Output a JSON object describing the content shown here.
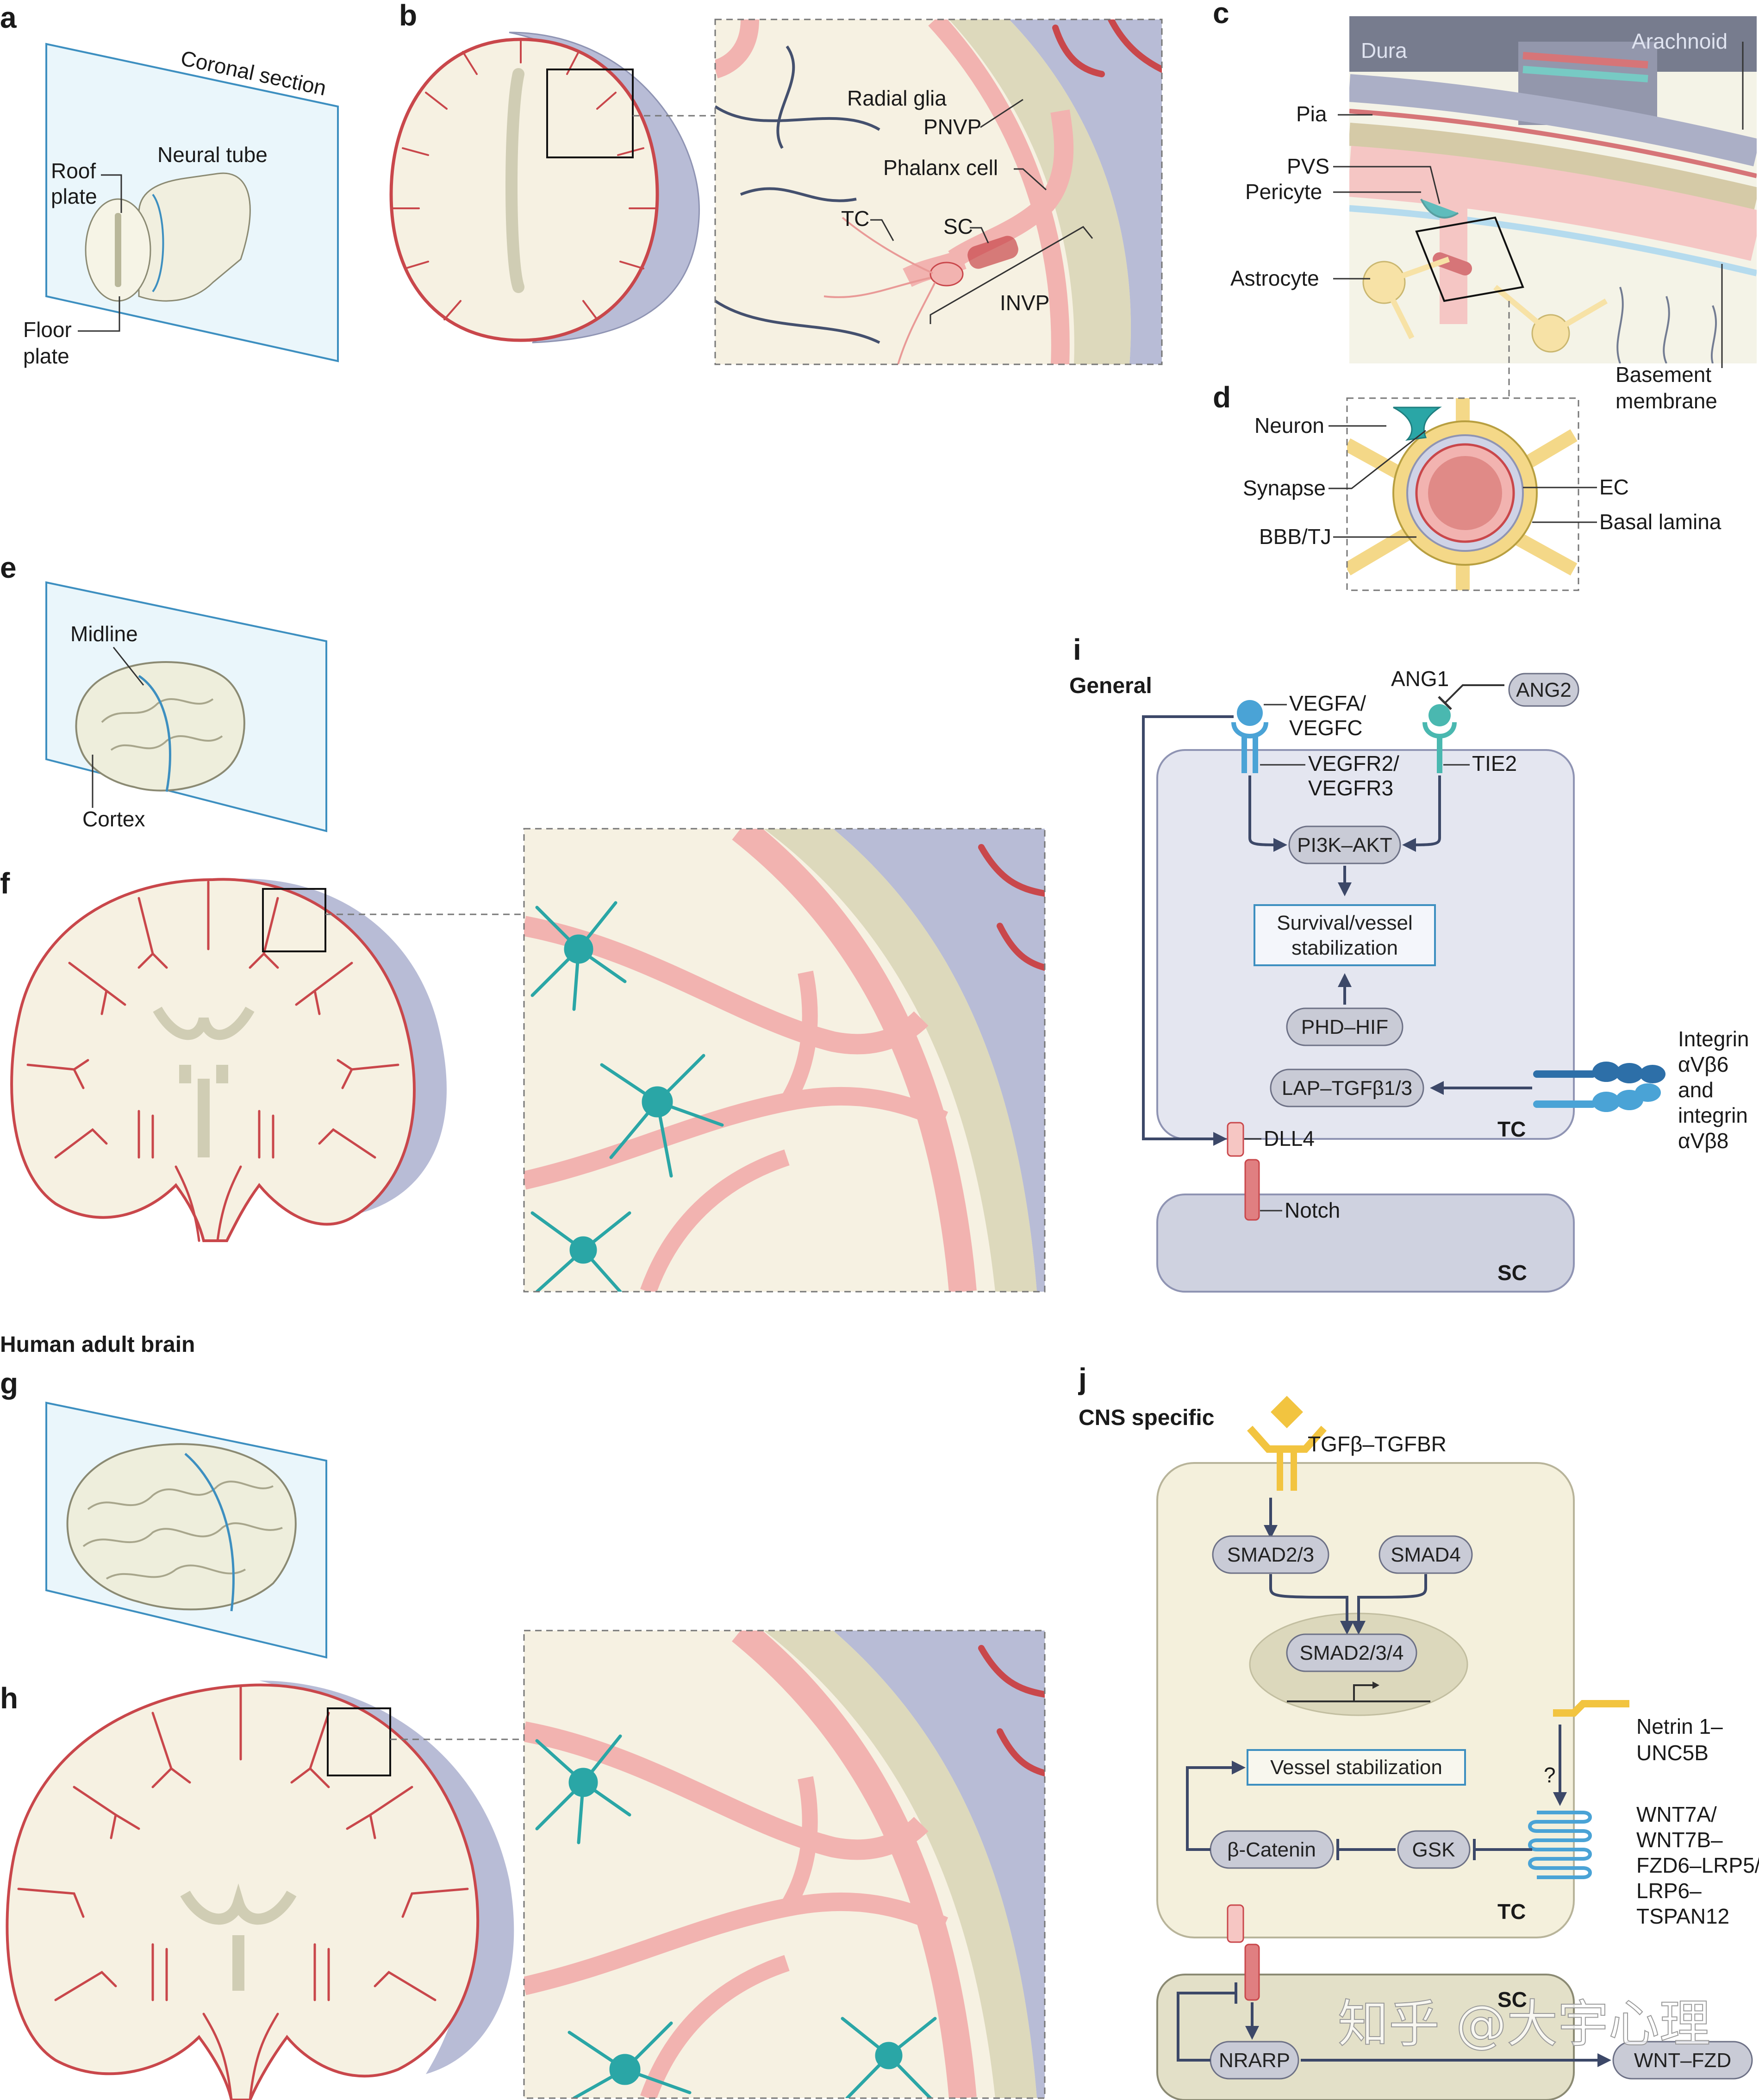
{
  "panels": {
    "a": {
      "letter": "a",
      "coronal_section": "Coronal section",
      "neural_tube": "Neural tube",
      "roof_plate": [
        "Roof",
        "plate"
      ],
      "floor_plate": [
        "Floor",
        "plate"
      ]
    },
    "b": {
      "letter": "b",
      "radial_glia": "Radial glia",
      "pnvp": "PNVP",
      "phalanx_cell": "Phalanx cell",
      "tc": "TC",
      "sc": "SC",
      "invp": "INVP"
    },
    "c": {
      "letter": "c",
      "dura": "Dura",
      "arachnoid": "Arachnoid",
      "pia": "Pia",
      "pvs": "PVS",
      "pericyte": "Pericyte",
      "astrocyte": "Astrocyte",
      "basement_membrane": [
        "Basement",
        "membrane"
      ]
    },
    "d": {
      "letter": "d",
      "neuron": "Neuron",
      "synapse": "Synapse",
      "bbb_tj": "BBB/TJ",
      "ec": "EC",
      "basal_lamina": "Basal lamina"
    },
    "e": {
      "letter": "e",
      "midline": "Midline",
      "cortex": "Cortex"
    },
    "f": {
      "letter": "f"
    },
    "human_adult_brain": "Human adult brain",
    "g": {
      "letter": "g"
    },
    "h": {
      "letter": "h"
    },
    "i": {
      "letter": "i",
      "heading": "General",
      "vegfa_vegfc": [
        "VEGFA/",
        "VEGFC"
      ],
      "vegfr2_vegfr3": [
        "VEGFR2/",
        "VEGFR3"
      ],
      "ang1": "ANG1",
      "ang2": "ANG2",
      "tie2": "TIE2",
      "pi3k_akt": "PI3K–AKT",
      "survival": [
        "Survival/vessel",
        "stabilization"
      ],
      "phd_hif": "PHD–HIF",
      "lap_tgfb": "LAP–TGFβ1/3",
      "integrin": [
        "Integrin",
        "αVβ6",
        "and",
        "integrin",
        "αVβ8"
      ],
      "dll4": "DLL4",
      "tc": "TC",
      "notch": "Notch",
      "sc": "SC"
    },
    "j": {
      "letter": "j",
      "heading": "CNS specific",
      "tgfb_tgfbr": "TGFβ–TGFBR",
      "smad23": "SMAD2/3",
      "smad4": "SMAD4",
      "smad234": "SMAD2/3/4",
      "netrin": [
        "Netrin 1–",
        "UNC5B"
      ],
      "question": "?",
      "vessel_stabilization": "Vessel stabilization",
      "wnt": [
        "WNT7A/",
        "WNT7B–",
        "FZD6–LRP5/",
        "LRP6–",
        "TSPAN12"
      ],
      "b_catenin": "β-Catenin",
      "gsk": "GSK",
      "tc": "TC",
      "sc": "SC",
      "nrarp": "NRARP",
      "wnt_fzd": "WNT–FZD"
    }
  },
  "watermark": "知乎 @大宇心理",
  "colors": {
    "vessel": "#c9474b",
    "vessel_fill": "#f2b3b0",
    "tissue": "#f6f1e2",
    "meninges": "#b8bcd6",
    "glia": "#2aa6a6",
    "pathway_cell": "#e4e6f0",
    "cns_cell": "#f4f0dc",
    "arrow": "#3c4868",
    "receptor_blue": "#4aa3d6",
    "receptor_teal": "#4ab8b0",
    "tgfb_yellow": "#f2c440"
  }
}
